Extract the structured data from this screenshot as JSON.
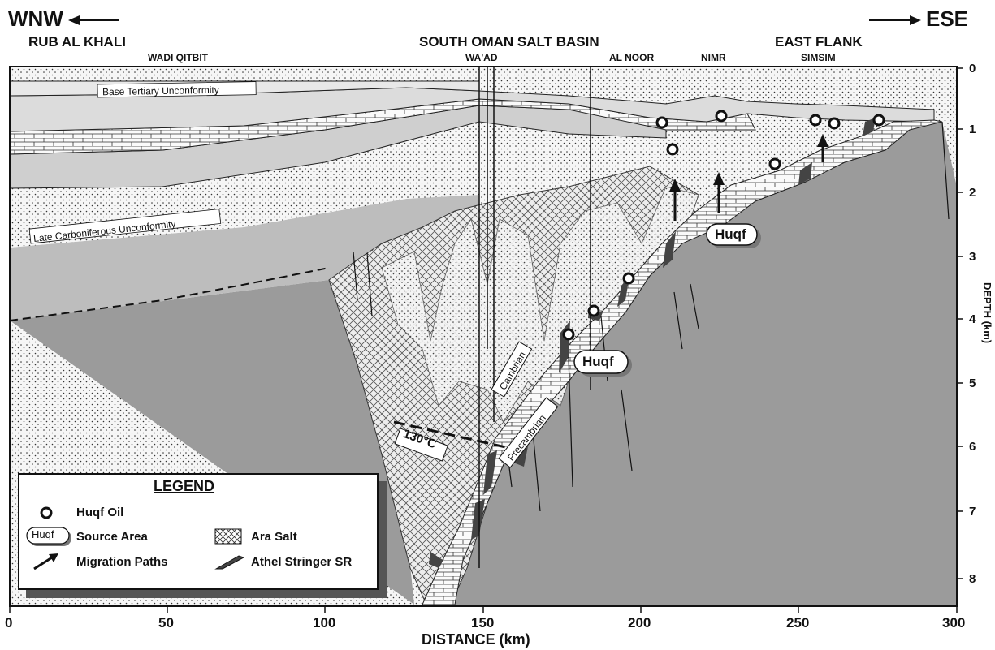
{
  "header": {
    "dir_left": "WNW",
    "dir_right": "ESE",
    "regions": {
      "rub_al_khali": "RUB AL KHALI",
      "south_oman": "SOUTH OMAN SALT BASIN",
      "east_flank": "EAST FLANK"
    },
    "fields": {
      "wadi_qitbit": "WADI QITBIT",
      "waad": "WA'AD",
      "al_noor": "AL NOOR",
      "nimr": "NIMR",
      "simsim": "SIMSIM"
    }
  },
  "x_axis": {
    "title": "DISTANCE (km)",
    "ticks": [
      "0",
      "50",
      "100",
      "150",
      "200",
      "250",
      "300"
    ]
  },
  "y_axis": {
    "title": "DEPTH (km)",
    "ticks": [
      "0",
      "1",
      "2",
      "3",
      "4",
      "5",
      "6",
      "7",
      "8"
    ]
  },
  "annotations": {
    "base_tertiary": "Base Tertiary Unconformity",
    "late_carboniferous": "Late Carboniferous Unconformity",
    "temperature": "130°C",
    "cambrian": "Cambrian",
    "precambrian": "Precambrian",
    "huqf_upper": "Huqf",
    "huqf_lower": "Huqf"
  },
  "legend": {
    "title": "LEGEND",
    "huqf_oil": "Huqf Oil",
    "source_badge": "Huqf",
    "source_area": "Source Area",
    "migration": "Migration Paths",
    "ara_salt": "Ara Salt",
    "athel": "Athel Stringer SR"
  }
}
